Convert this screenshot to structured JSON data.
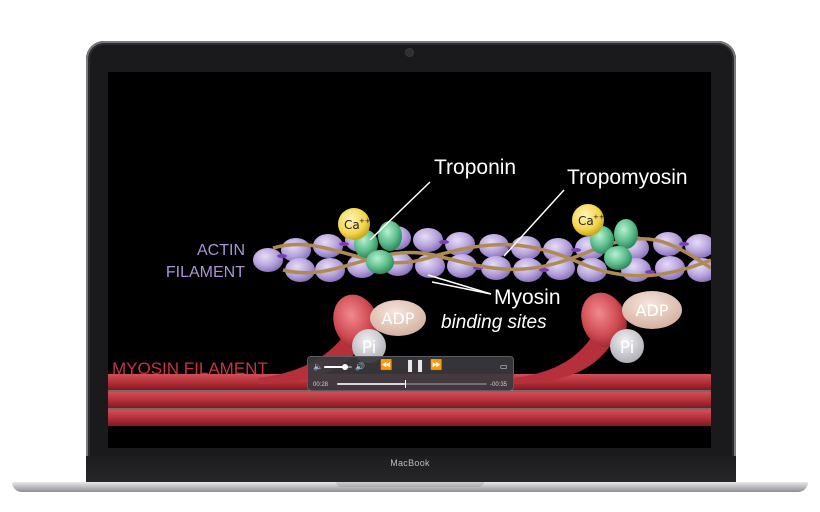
{
  "device": {
    "brand_label": "MacBook"
  },
  "diagram": {
    "labels": {
      "troponin": "Troponin",
      "tropomyosin": "Tropomyosin",
      "actin_line1": "ACTIN",
      "actin_line2": "FILAMENT",
      "myosin_filament": "MYOSIN FILAMENT",
      "myosin_sites_line1": "Myosin",
      "myosin_sites_line2": "binding sites",
      "adp_left": "ADP",
      "pi_left": "Pi",
      "adp_right": "ADP",
      "pi_right": "Pi",
      "ca_left_base": "Ca",
      "ca_left_sup": "++",
      "ca_right_base": "Ca",
      "ca_right_sup": "++"
    },
    "colors": {
      "actin": "#b9a6dd",
      "tropomyosin": "#b08a55",
      "troponin": "#5fbf8e",
      "calcium": "#f3d54a",
      "myosin": "#b5303a",
      "adp": "#e3c5b8",
      "pi": "#c9c9cf",
      "label_purple": "#a995d6",
      "label_red": "#c8343e"
    }
  },
  "player": {
    "time_elapsed": "00:28",
    "time_remaining": "-00:35",
    "progress_fraction": 0.45,
    "volume_fraction": 0.75,
    "icons": {
      "volume_low": "speaker-low-icon",
      "volume_high": "speaker-high-icon",
      "rewind": "rewind-icon",
      "pause": "pause-icon",
      "fast_forward": "fast-forward-icon",
      "airplay": "airplay-icon"
    }
  }
}
